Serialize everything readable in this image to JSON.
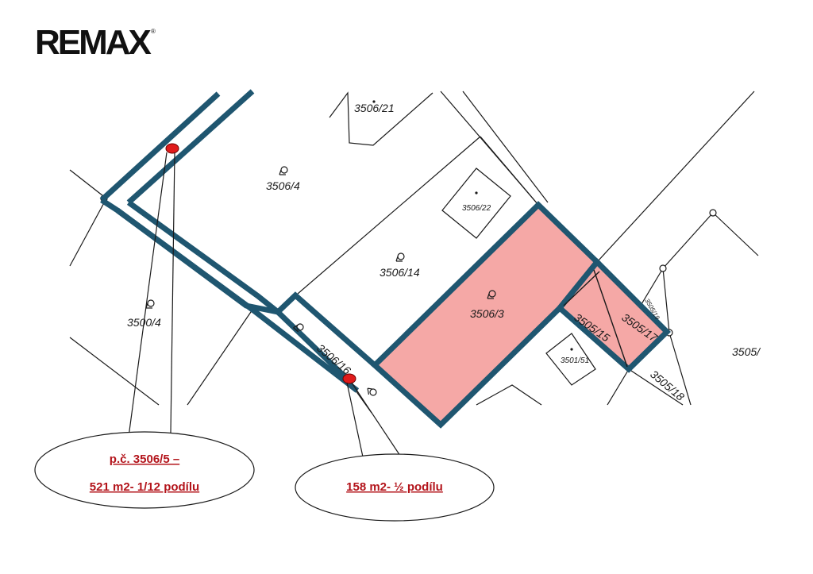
{
  "logo": {
    "text": "RE/MAX",
    "display_text": "REMAX",
    "registered": "®"
  },
  "colors": {
    "highlight_fill": "#f5a8a6",
    "boundary_blue": "#1f5670",
    "marker_red": "#e01b1b",
    "callout_text": "#b3141b"
  },
  "parcels": {
    "p3506_21": "3506/21",
    "p3506_4": "3506/4",
    "p3506_22": "3506/22",
    "p3506_14": "3506/14",
    "p3500_4": "3500/4",
    "p3506_3": "3506/3",
    "p3506_16": "3506/16",
    "p3505_15": "3505/15",
    "p3505_17": "3505/17",
    "p3505_19": "3505/19",
    "p3501_51": "3501/51",
    "p3505_18": "3505/18",
    "p3505_cut": "3505/"
  },
  "callouts": {
    "left_line1": "p.č. 3506/5 –",
    "left_line2": "521 m2- 1/12 podílu",
    "right_line1": "158 m2- ½ podílu"
  }
}
